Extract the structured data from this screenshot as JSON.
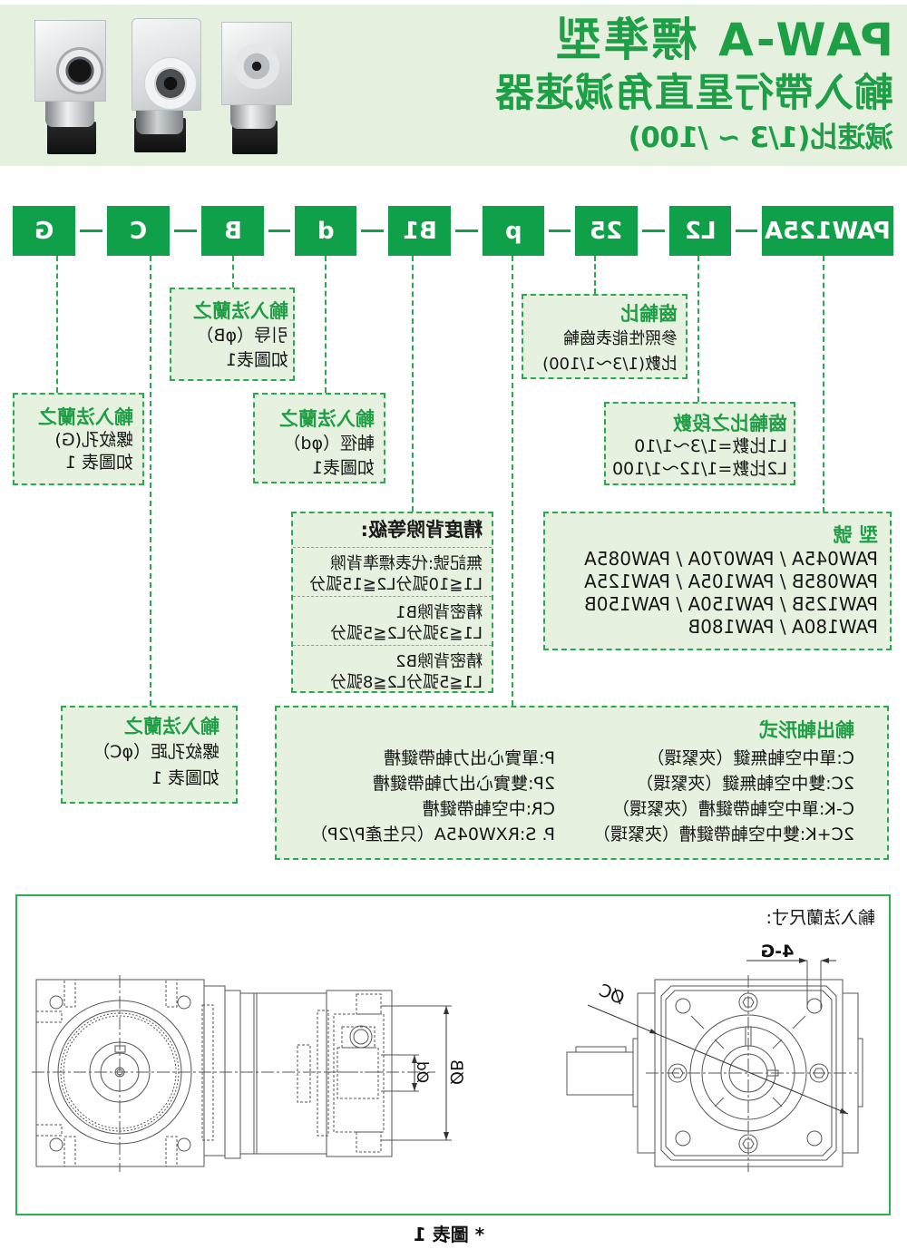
{
  "header": {
    "title": "PAW-A 標準型",
    "subtitle": "輸入帶行星直角減速器",
    "ratio": "減速比(1/3 ~ /100)"
  },
  "model_code": {
    "segments": [
      "PAW125A",
      "L2",
      "25",
      "p",
      "B1",
      "d",
      "B",
      "C",
      "G"
    ]
  },
  "labels": {
    "model": {
      "title": "型 號",
      "lines": [
        "PAW045A / PAW070A / PAW085A",
        "PAW085B / PAW105A / PAW125A",
        "PAW125B / PAW150A / PAW150B",
        "PAW180A / PAW180B"
      ]
    },
    "stages": {
      "title": "齒輪比之段數",
      "lines": [
        "L1比數=1/3～1/10",
        "L2比數=1/12～1/100"
      ]
    },
    "ratio": {
      "title": "齒輪比",
      "lines": [
        "參照性能表齒輪",
        "比數(1/3～1/100)"
      ]
    },
    "output_shaft": {
      "title": "輸出軸形式",
      "hollow": [
        "C:單中空軸無鍵（夾緊環）",
        "2C:雙中空軸無鍵（夾緊環）",
        "C-K:單中空軸帶鍵槽（夾緊環）",
        "2C+K:雙中空軸帶鍵槽（夾緊環）"
      ],
      "solid": [
        "P:單實心出力軸帶鍵槽",
        "2P:雙實心出力軸帶鍵槽",
        "CR:中空軸帶鍵槽",
        "P. S:RXW045A（只生產P/2P）"
      ]
    },
    "backlash": {
      "title": "精度背隙等級:",
      "groups": [
        {
          "name": "無記號:代表標準背隙",
          "spec": "L1≦10弧分L2≦15弧分"
        },
        {
          "name": "精密背隙B1",
          "spec": "L1≦3弧分L2≦5弧分"
        },
        {
          "name": "精密背隙B2",
          "spec": "L1≦5弧分L2≦8弧分"
        }
      ]
    },
    "shaft_diameter": {
      "title": "輸入法蘭之",
      "lines": [
        "軸徑（φd）",
        "如圖表1"
      ]
    },
    "pilot_diameter": {
      "title": "輸入法蘭之",
      "lines": [
        "引导（φB）",
        "如圖表1"
      ]
    },
    "bolt_pcd": {
      "title": "輸入法蘭之",
      "lines": [
        "螺紋孔距（φC）",
        "如圖表 1"
      ]
    },
    "thread_hole": {
      "title": "輸入法蘭之",
      "lines": [
        "螺紋孔(G)",
        "如圖表 1"
      ]
    }
  },
  "drawing": {
    "flange_dims_title": "輸入法蘭尺寸:",
    "dim_pilot": "ØB",
    "dim_shaft": "Ød",
    "dim_pcd": "ØC",
    "dim_thread": "4-G",
    "caption": "* 圖表 1"
  },
  "colors": {
    "accent": "#11a04a",
    "title_green": "#1c9f45",
    "label_background": "#e6f2df",
    "header_background": "#e5f1de",
    "frame": "#2db04f"
  }
}
